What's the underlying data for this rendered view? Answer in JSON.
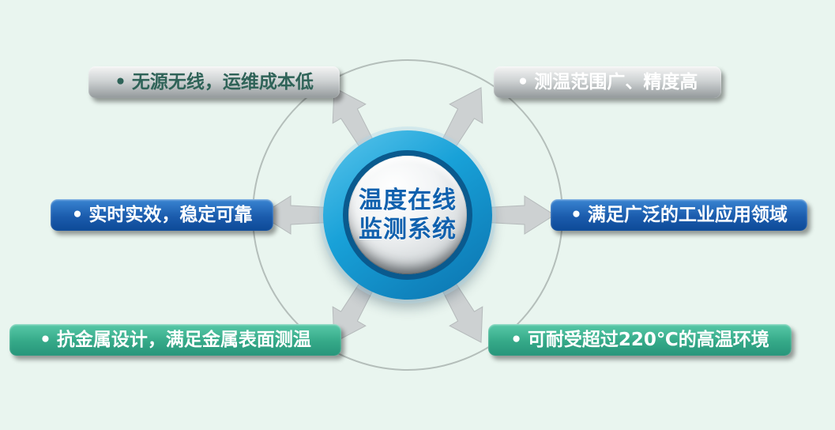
{
  "center": {
    "lines": [
      "温度在线",
      "监测系统"
    ],
    "text_color": "#1061ae",
    "ring_color": "#18a1d8"
  },
  "features": [
    {
      "bullet": "•",
      "text": "无源无线，运维成本低",
      "style": "silver",
      "text_color": "#2f6358"
    },
    {
      "bullet": "•",
      "text": "测温范围广、精度高",
      "style": "silver",
      "text_color": "#ffffff"
    },
    {
      "bullet": "•",
      "text": "实时实效，稳定可靠",
      "style": "blue",
      "text_color": "#ffffff"
    },
    {
      "bullet": "•",
      "text": "满足广泛的工业应用领域",
      "style": "blue",
      "text_color": "#ffffff"
    },
    {
      "bullet": "•",
      "text": "抗金属设计，满足金属表面测温",
      "style": "teal",
      "text_color": "#ffffff"
    },
    {
      "bullet": "•",
      "text": "可耐受超过220℃的高温环境",
      "style": "teal",
      "text_color": "#ffffff"
    }
  ],
  "colors": {
    "background": "#e9f5ef",
    "silver_label": "#a8adaf",
    "blue_label": "#1b5cad",
    "teal_label": "#2fa184",
    "arrow": "#cdd1d2",
    "orbit_circle": "#b4beba"
  }
}
